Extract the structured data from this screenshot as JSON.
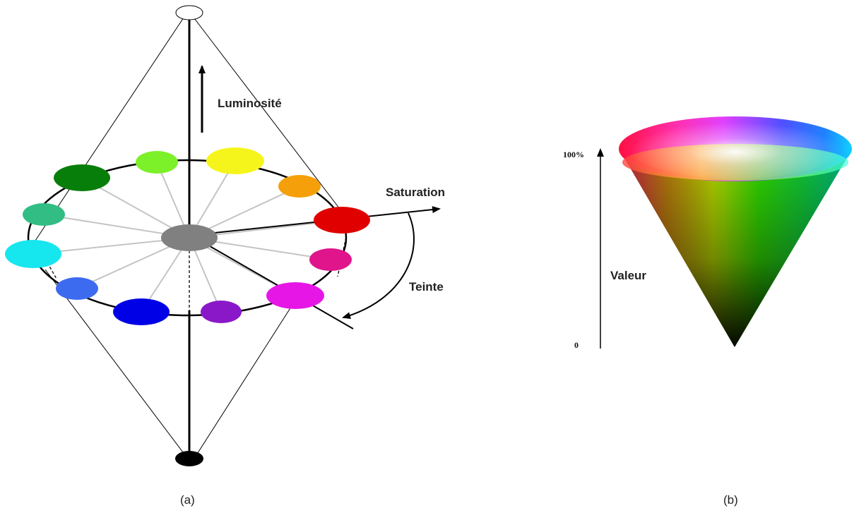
{
  "panel_a": {
    "caption": "(a)",
    "labels": {
      "luminosity": "Luminosité",
      "saturation": "Saturation",
      "hue": "Teinte"
    },
    "apex_top_color": "#ffffff",
    "apex_bottom_color": "#000000",
    "center_color": "#808080",
    "hue_swatches": [
      {
        "name": "red-swatch",
        "color": "#e00000"
      },
      {
        "name": "magenta-red-swatch",
        "color": "#e0158c"
      },
      {
        "name": "magenta-swatch",
        "color": "#e617e6"
      },
      {
        "name": "purple-swatch",
        "color": "#8a18c8"
      },
      {
        "name": "blue-swatch",
        "color": "#0000e6"
      },
      {
        "name": "light-blue-swatch",
        "color": "#3d6bf0"
      },
      {
        "name": "cyan-swatch",
        "color": "#16e6ee"
      },
      {
        "name": "sea-green-swatch",
        "color": "#31bd84"
      },
      {
        "name": "green-swatch",
        "color": "#087e0a"
      },
      {
        "name": "light-green-swatch",
        "color": "#7cf029"
      },
      {
        "name": "yellow-swatch",
        "color": "#f5f51c"
      },
      {
        "name": "orange-swatch",
        "color": "#f5a00a"
      }
    ]
  },
  "panel_b": {
    "caption": "(b)",
    "axis_label": "Valeur",
    "tick_top": "100%",
    "tick_bottom": "0"
  }
}
